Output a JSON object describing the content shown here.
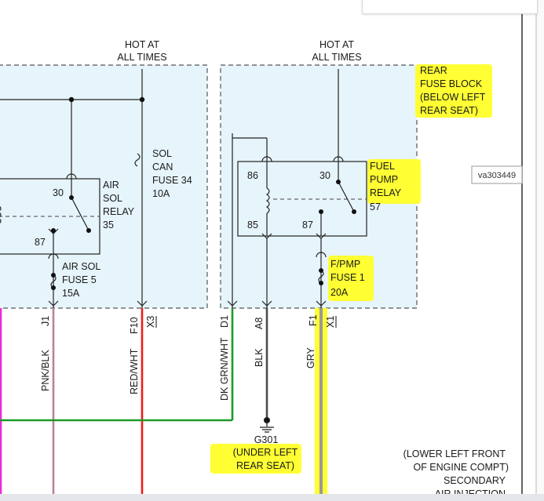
{
  "left_block": {
    "hot_label_line1": "HOT AT",
    "hot_label_line2": "ALL TIMES",
    "sol_can_fuse": [
      "SOL",
      "CAN",
      "FUSE 34",
      "10A"
    ],
    "air_sol_relay": [
      "AIR",
      "SOL",
      "RELAY",
      "35"
    ],
    "relay_pin_30": "30",
    "relay_pin_87": "87",
    "air_sol_fuse": [
      "AIR SOL",
      "FUSE 5",
      "15A"
    ]
  },
  "right_block": {
    "hot_label_line1": "HOT AT",
    "hot_label_line2": "ALL TIMES",
    "fuse_block_label": [
      "REAR",
      "FUSE BLOCK",
      "(BELOW LEFT",
      "REAR SEAT)"
    ],
    "fuel_pump_relay": [
      "FUEL",
      "PUMP",
      "RELAY",
      "57"
    ],
    "relay_pin_86": "86",
    "relay_pin_30": "30",
    "relay_pin_85": "85",
    "relay_pin_87": "87",
    "fpmp_fuse": [
      "F/PMP",
      "FUSE 1",
      "20A"
    ]
  },
  "connectors": {
    "j1": "J1",
    "f10": "F10",
    "x3": "X3",
    "d1": "D1",
    "a8": "A8",
    "f1": "F1",
    "x1": "X1"
  },
  "wires": {
    "pnk_blk": "PNK/BLK",
    "red_wht": "RED/WHT",
    "dk_grn_wht": "DK GRN/WHT",
    "blk": "BLK",
    "gry": "GRY"
  },
  "ground": {
    "id": "G301",
    "location": [
      "(UNDER LEFT",
      "REAR SEAT)"
    ]
  },
  "reference_id": "va303449",
  "bottom_right_note": [
    "(LOWER LEFT FRONT",
    "OF ENGINE COMPT)",
    "SECONDARY",
    "AIR INJECTION"
  ],
  "colors": {
    "block_fill": "#e6f4fb",
    "highlight": "#ffff33",
    "wire_pink": "#ee2ad8",
    "wire_pnk_blk": "#e9a9c4",
    "wire_red": "#ee1b1b",
    "wire_green": "#1c9a28",
    "wire_grey": "#9a9a9a",
    "wire_blk": "#4d4d4d"
  }
}
